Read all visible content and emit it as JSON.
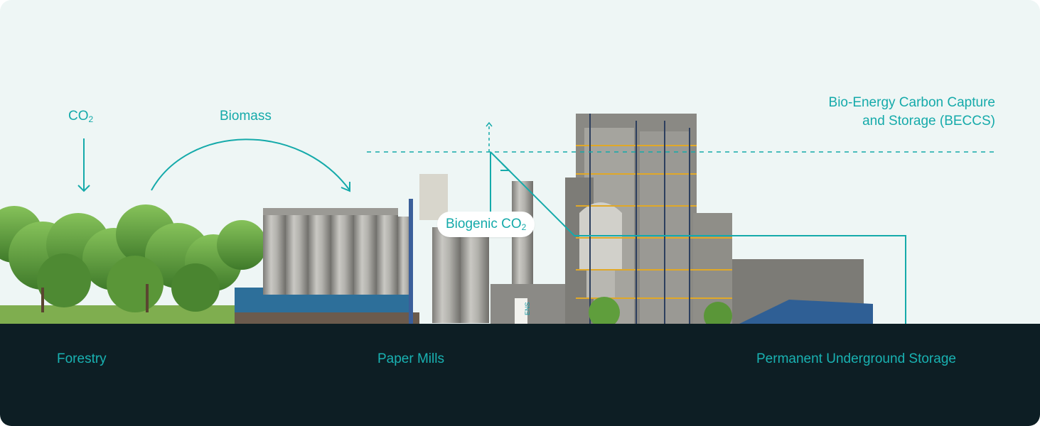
{
  "diagram": {
    "labels": {
      "co2": {
        "text": "CO",
        "sub": "2"
      },
      "biomass": "Biomass",
      "beccs_line1": "Bio-Energy Carbon Capture",
      "beccs_line2": "and Storage (BECCS)",
      "biogenic": {
        "text": "Biogenic CO",
        "sub": "2"
      }
    },
    "sections": {
      "forestry": "Forestry",
      "paper_mills": "Paper Mills",
      "storage": "Permanent Underground Storage"
    },
    "plant_sign": "ENS",
    "colors": {
      "accent": "#15aaaa",
      "background": "#eef6f5",
      "ground": "#0d1e24",
      "foliage": "#5f9e3c",
      "steel": "#a9a9a4",
      "shed_blue": "#2f5f95"
    }
  }
}
